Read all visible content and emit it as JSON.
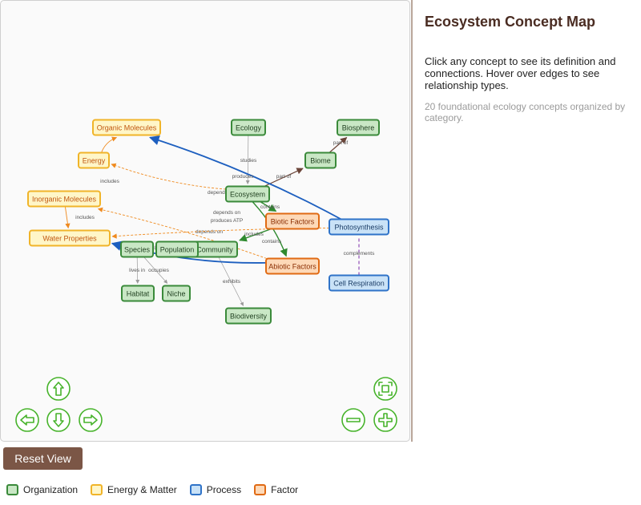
{
  "panel": {
    "title": "Ecosystem Concept Map",
    "description": "Click any concept to see its definition and connections. Hover over edges to see relationship types.",
    "meta": "20 foundational ecology concepts organized by category."
  },
  "controls": {
    "reset_label": "Reset View"
  },
  "nav_icons": [
    "arrow-up-icon",
    "arrow-left-icon",
    "arrow-down-icon",
    "arrow-right-icon",
    "zoom-extends-icon",
    "zoom-out-icon",
    "zoom-in-icon"
  ],
  "legend": [
    {
      "label": "Organization",
      "fill": "#c9e7c5",
      "stroke": "#3a8a3a"
    },
    {
      "label": "Energy & Matter",
      "fill": "#fff6c8",
      "stroke": "#f0b429"
    },
    {
      "label": "Process",
      "fill": "#c9e2f7",
      "stroke": "#2f73c8"
    },
    {
      "label": "Factor",
      "fill": "#fdd9b8",
      "stroke": "#e06a14"
    }
  ],
  "categories": {
    "organization": {
      "fill": "#c9e7c5",
      "stroke": "#3a8a3a",
      "text": "#1f3f1f"
    },
    "energy": {
      "fill": "#fff6c8",
      "stroke": "#f0b429",
      "text": "#c0560f"
    },
    "process": {
      "fill": "#c9e2f7",
      "stroke": "#2f73c8",
      "text": "#1b3d66"
    },
    "factor": {
      "fill": "#fdd9b8",
      "stroke": "#e06a14",
      "text": "#8a2c00"
    }
  },
  "nodes": [
    {
      "id": "ecology",
      "label": "Ecology",
      "cat": "organization"
    },
    {
      "id": "biosphere",
      "label": "Biosphere",
      "cat": "organization"
    },
    {
      "id": "biome",
      "label": "Biome",
      "cat": "organization"
    },
    {
      "id": "ecosystem",
      "label": "Ecosystem",
      "cat": "organization"
    },
    {
      "id": "community",
      "label": "Community",
      "cat": "organization"
    },
    {
      "id": "population",
      "label": "Population",
      "cat": "organization"
    },
    {
      "id": "species",
      "label": "Species",
      "cat": "organization"
    },
    {
      "id": "habitat",
      "label": "Habitat",
      "cat": "organization"
    },
    {
      "id": "niche",
      "label": "Niche",
      "cat": "organization"
    },
    {
      "id": "biodiversity",
      "label": "Biodiversity",
      "cat": "organization"
    },
    {
      "id": "organic",
      "label": "Organic Molecules",
      "cat": "energy"
    },
    {
      "id": "energy",
      "label": "Energy",
      "cat": "energy"
    },
    {
      "id": "inorganic",
      "label": "Inorganic Molecules",
      "cat": "energy"
    },
    {
      "id": "water",
      "label": "Water Properties",
      "cat": "energy"
    },
    {
      "id": "photosynthesis",
      "label": "Photosynthesis",
      "cat": "process"
    },
    {
      "id": "respiration",
      "label": "Cell Respiration",
      "cat": "process"
    },
    {
      "id": "biotic",
      "label": "Biotic Factors",
      "cat": "factor"
    },
    {
      "id": "abiotic",
      "label": "Abiotic Factors",
      "cat": "factor"
    }
  ],
  "edges": [
    {
      "from": "ecology",
      "to": "ecosystem",
      "label": "studies"
    },
    {
      "from": "biome",
      "to": "biosphere",
      "label": "part of"
    },
    {
      "from": "ecosystem",
      "to": "biome",
      "label": "part of"
    },
    {
      "from": "ecosystem",
      "to": "biotic",
      "label": "contains"
    },
    {
      "from": "ecosystem",
      "to": "abiotic",
      "label": "contains"
    },
    {
      "from": "ecosystem",
      "to": "energy",
      "label": "depends on"
    },
    {
      "from": "species",
      "to": "habitat",
      "label": "lives in"
    },
    {
      "from": "species",
      "to": "niche",
      "label": "occupies"
    },
    {
      "from": "community",
      "to": "biodiversity",
      "label": "exhibits"
    },
    {
      "from": "biotic",
      "to": "community",
      "label": "includes"
    },
    {
      "from": "photosynthesis",
      "to": "organic",
      "label": "produces"
    },
    {
      "from": "respiration",
      "to": "photosynthesis",
      "label": "complements"
    },
    {
      "from": "abiotic",
      "to": "inorganic",
      "label": "depends on"
    },
    {
      "from": "abiotic",
      "to": "water",
      "label": "depends on"
    },
    {
      "from": "photosynthesis",
      "to": "water",
      "label": "produces ATP"
    },
    {
      "from": "energy",
      "to": "organic",
      "label": "includes"
    },
    {
      "from": "inorganic",
      "to": "water",
      "label": "includes"
    },
    {
      "from": "population",
      "to": "species",
      "label": "includes"
    }
  ]
}
